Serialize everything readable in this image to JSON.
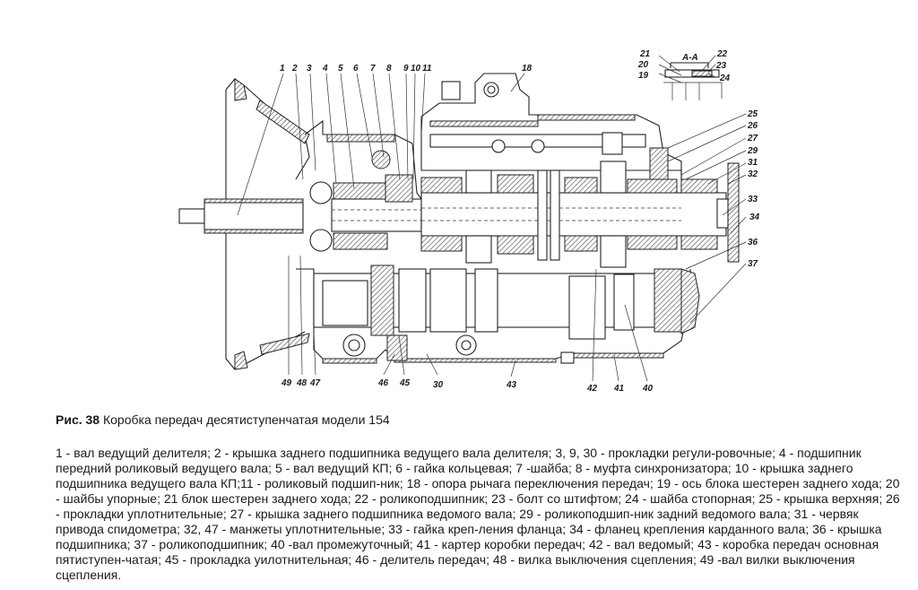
{
  "figure": {
    "callouts": {
      "c1": "1",
      "c2": "2",
      "c3": "3",
      "c4": "4",
      "c5": "5",
      "c6": "6",
      "c7": "7",
      "c8": "8",
      "c9": "9",
      "c10": "10",
      "c11": "11",
      "c18": "18",
      "c19": "19",
      "c20": "20",
      "c21": "21",
      "c22": "22",
      "c23": "23",
      "c24": "24",
      "c25": "25",
      "c26": "26",
      "c27": "27",
      "c29": "29",
      "c31": "31",
      "c32": "32",
      "c33": "33",
      "c34": "34",
      "c36": "36",
      "c37": "37",
      "c40": "40",
      "c41": "41",
      "c42": "42",
      "c43": "43",
      "c30": "30",
      "c45": "45",
      "c46": "46",
      "c47": "47",
      "c48": "48",
      "c49": "49"
    },
    "section_label": "А-А"
  },
  "caption": {
    "prefix": "Рис. 38",
    "title": "Коробка передач десятиступенчатая модели 154"
  },
  "legend": {
    "text": "1 - вал ведущий делителя; 2 - крышка заднего подшипника ведущего вала делителя; 3, 9, 30 - прокладки регули-ровочные; 4 - подшипник передний роликовый ведущего вала; 5 - вал ведущий КП; 6 - гайка кольцевая; 7 -шайба; 8 - муфта синхронизатора; 10 - крышка заднего подшипника ведущего вала КП;11 - роликовый подшип-ник; 18 - опора рычага переключения передач; 19 - ось блока шестерен заднего хода; 20 - шайбы упорные; 21 блок шестерен заднего хода; 22 - роликоподшипник; 23 - болт со штифтом; 24 - шайба стопорная; 25 - крышка верхняя; 26 - прокладки уплотнительные; 27 - крышка заднего подшипника ведомого вала; 29 - роликоподшип-ник задний ведомого вала; 31 - червяк привода спидометра; 32, 47 - манжеты уплотнительные; 33 - гайка креп-ления фланца; 34 - фланец крепления карданного вала; 36 - крышка подшипника; 37 - роликоподшипник; 40 -вал промежуточный; 41 - картер коробки передач; 42 - вал ведомый; 43 - коробка передач основная пятиступен-чатая; 45 - прокладка уилотнительная; 46 - делитель передач; 48 - вилка выключения сцепления; 49 -вал вилки выключения сцепления."
  }
}
